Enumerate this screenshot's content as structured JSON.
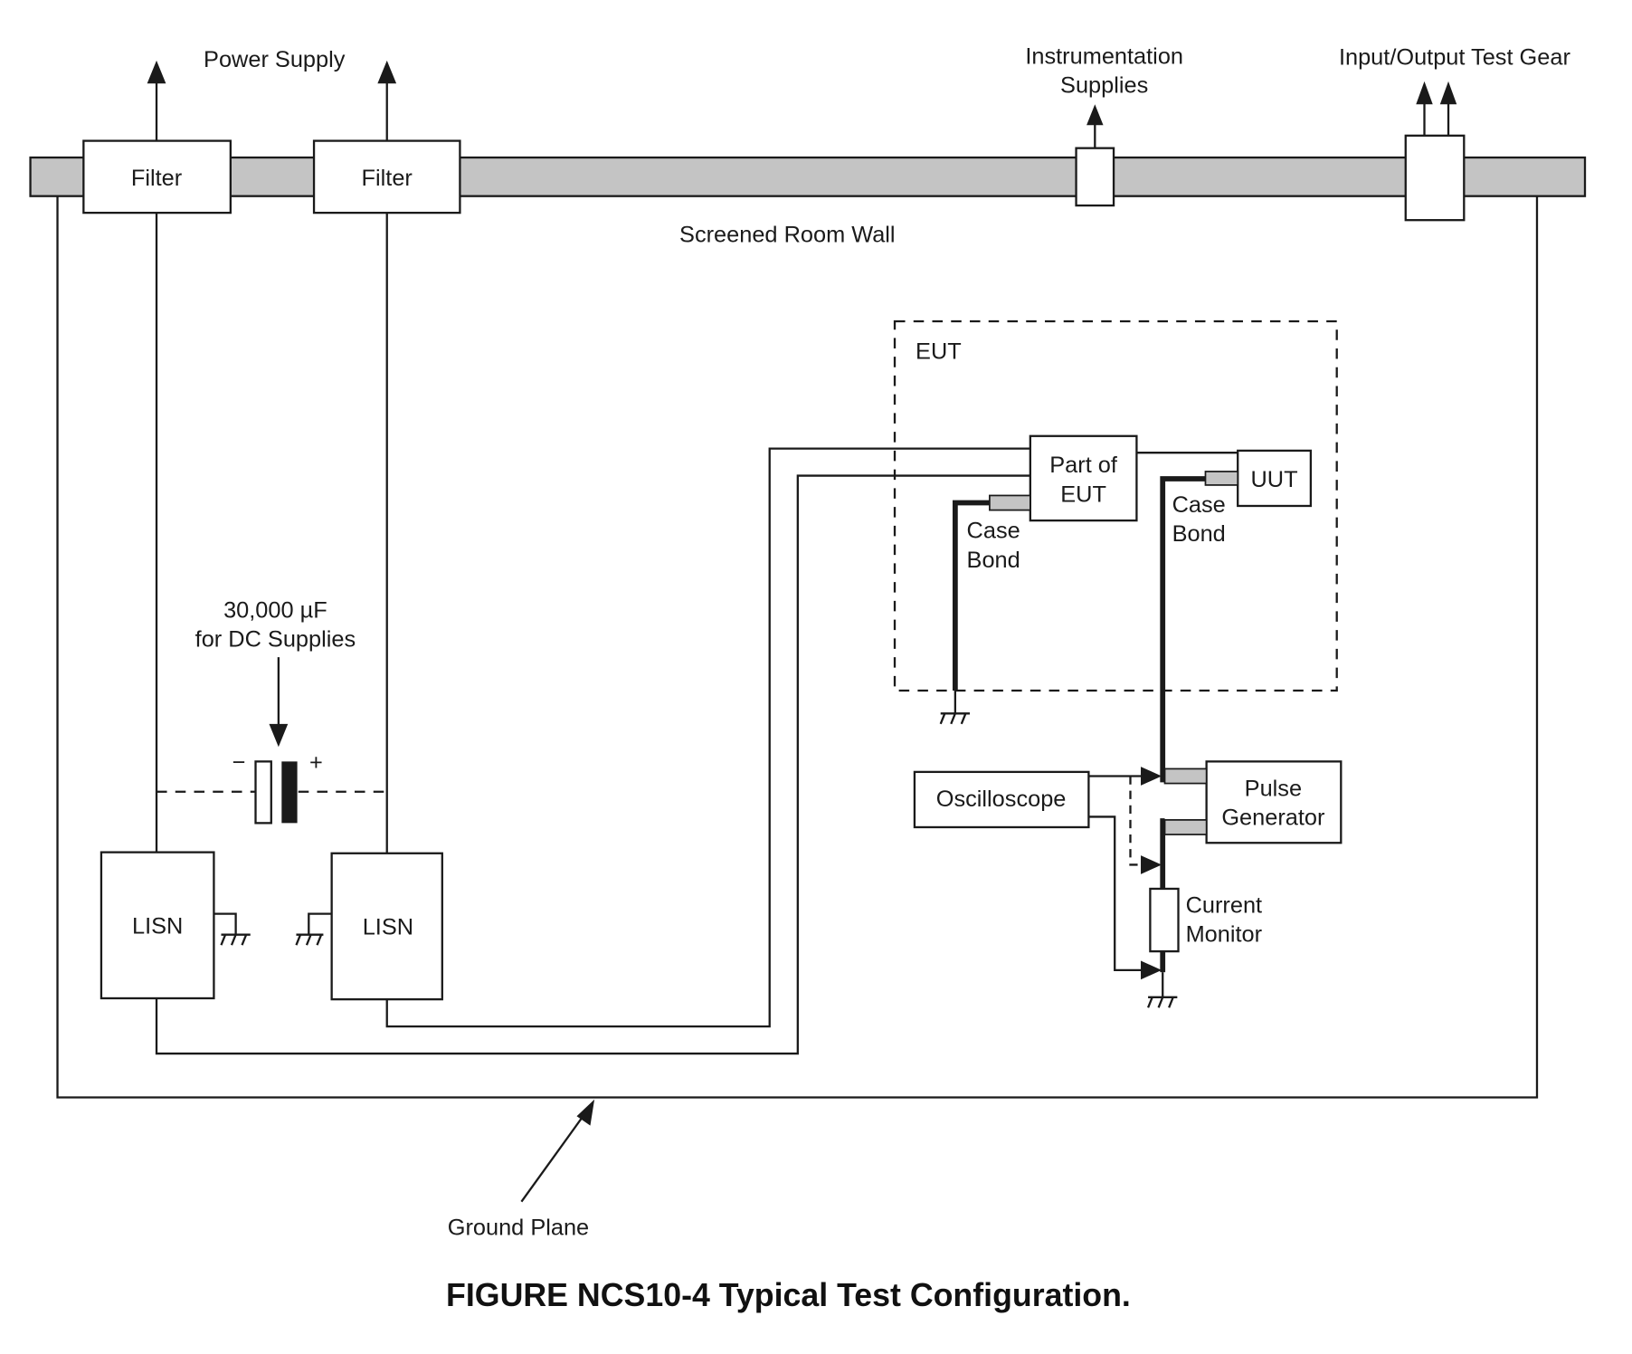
{
  "labels": {
    "power_supply": "Power Supply",
    "instrumentation_line1": "Instrumentation",
    "instrumentation_line2": "Supplies",
    "io_test_gear": "Input/Output Test Gear",
    "screened_room_wall": "Screened Room Wall",
    "filter_1": "Filter",
    "filter_2": "Filter",
    "eut": "EUT",
    "part_of_eut_line1": "Part of",
    "part_of_eut_line2": "EUT",
    "uut": "UUT",
    "case_bond_1_line1": "Case",
    "case_bond_1_line2": "Bond",
    "case_bond_2_line1": "Case",
    "case_bond_2_line2": "Bond",
    "capacitor_line1": "30,000 µF",
    "capacitor_line2": "for DC Supplies",
    "cap_minus": "−",
    "cap_plus": "+",
    "lisn_1": "LISN",
    "lisn_2": "LISN",
    "oscilloscope": "Oscilloscope",
    "pulse_generator_line1": "Pulse",
    "pulse_generator_line2": "Generator",
    "current_monitor_line1": "Current",
    "current_monitor_line2": "Monitor",
    "ground_plane": "Ground Plane"
  },
  "caption": "FIGURE NCS10-4 Typical Test Configuration.",
  "colors": {
    "line": "#1a1a1a",
    "wall_fill": "#c4c4c4",
    "background": "#ffffff"
  }
}
